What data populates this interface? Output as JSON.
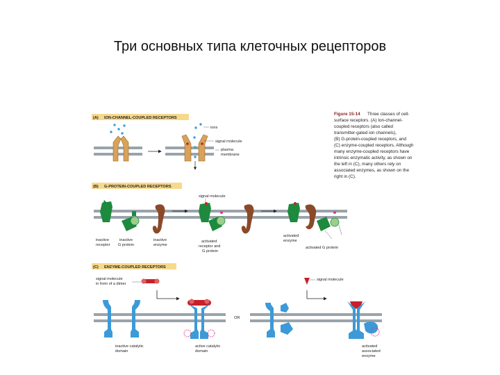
{
  "slide": {
    "title": "Три основных типа клеточных рецепторов"
  },
  "colors": {
    "membrane": "#9aa3ab",
    "header_band": "#f7d98c",
    "channel": "#d8a25a",
    "receptor_green": "#1d8a3e",
    "enzyme_brown": "#8a4a2a",
    "receptor_blue": "#3c9ad8",
    "signal_red": "#c8202a",
    "ion_blue": "#3aa0d8",
    "activation_pink": "#d83a8a"
  },
  "figure": {
    "caption": {
      "number": "Figure 15-14",
      "lines": [
        "Three classes of cell-",
        "surface receptors. (A) Ion-channel-",
        "coupled receptors (also called",
        "transmitter-gated ion channels),",
        "(B) G-protein-coupled receptors, and",
        "(C) enzyme-coupled receptors. Although",
        "many enzyme-coupled receptors have",
        "intrinsic enzymatic activity, as shown on",
        "the left in (C), many others rely on",
        "associated enzymes, as shown on the",
        "right in (C)."
      ]
    },
    "panel_a": {
      "letter": "(A)",
      "header": "ION-CHANNEL-COUPLED RECEPTORS",
      "labels": {
        "ions": "ions",
        "signal_molecule": "signal molecule",
        "plasma_membrane": [
          "plasma",
          "membrane"
        ]
      }
    },
    "panel_b": {
      "letter": "(B)",
      "header": "G-PROTEIN-COUPLED RECEPTORS",
      "labels": {
        "signal_molecule": "signal molecule",
        "inactive_receptor": [
          "inactive",
          "receptor"
        ],
        "inactive_g_protein": [
          "inactive",
          "G protein"
        ],
        "inactive_enzyme": [
          "inactive",
          "enzyme"
        ],
        "activated_receptor": [
          "activated",
          "receptor and",
          "G protein"
        ],
        "activated_enzyme": [
          "activated",
          "enzyme"
        ],
        "activated_g_protein": "activated G protein"
      }
    },
    "panel_c": {
      "letter": "(C)",
      "header": "ENZYME-COUPLED RECEPTORS",
      "or_label": "OR",
      "labels": {
        "signal_dimer": [
          "signal molecule",
          "in form of a dimer"
        ],
        "signal_molecule": "signal molecule",
        "inactive_catalytic": [
          "inactive catalytic",
          "domain"
        ],
        "active_catalytic": [
          "active catalytic",
          "domain"
        ],
        "activated_enzyme": [
          "activated",
          "associated",
          "enzyme"
        ]
      }
    }
  }
}
